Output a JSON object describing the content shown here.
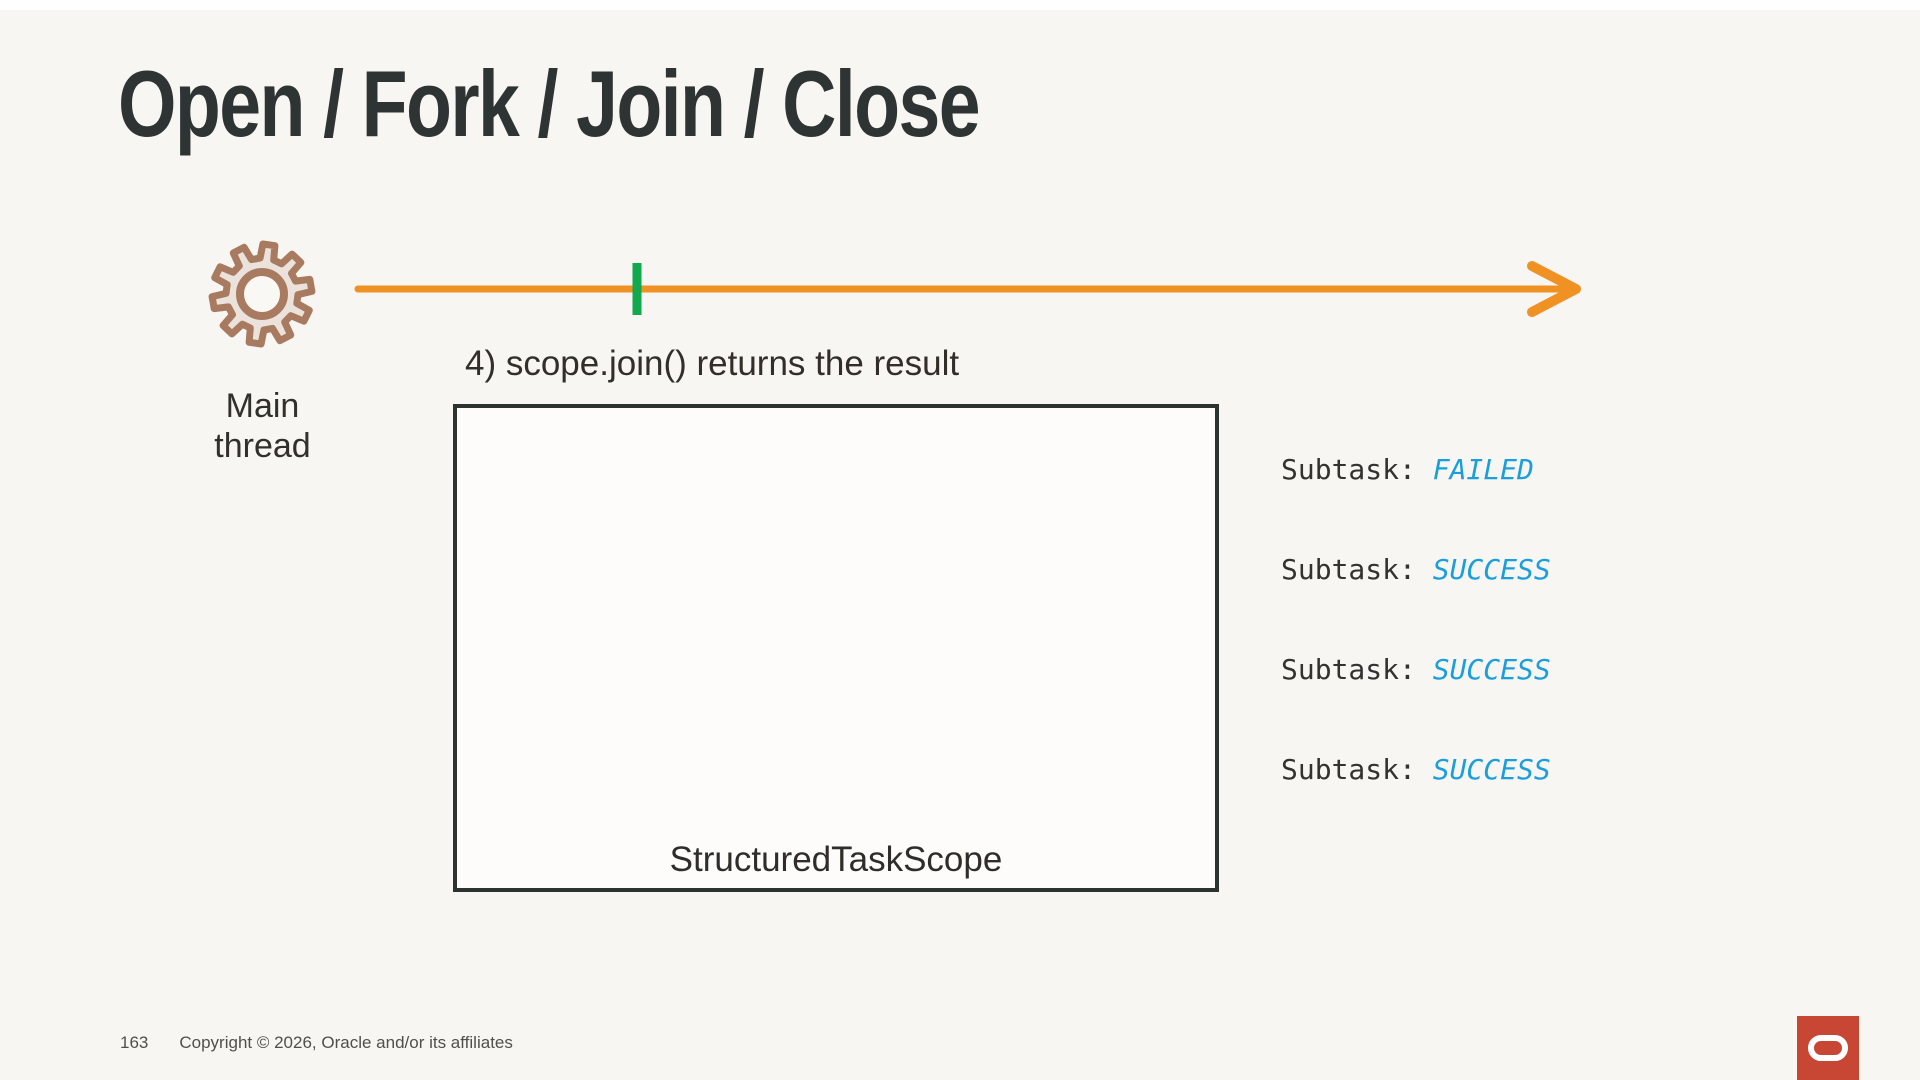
{
  "slide": {
    "title": "Open / Fork / Join / Close",
    "footer": {
      "page_number": "163",
      "copyright": "Copyright © 2026, Oracle and/or its affiliates"
    }
  },
  "diagram": {
    "main_thread_label": "Main thread",
    "main_thread_icon": "gear-icon",
    "join_caption": "4) scope.join() returns the result",
    "scope_box_label": "StructuredTaskScope",
    "subtasks": [
      {
        "label": "Subtask: ",
        "status": "FAILED"
      },
      {
        "label": "Subtask: ",
        "status": "SUCCESS"
      },
      {
        "label": "Subtask: ",
        "status": "SUCCESS"
      },
      {
        "label": "Subtask: ",
        "status": "SUCCESS"
      }
    ],
    "brand_icon": "oracle-logo",
    "colors": {
      "timeline_orange": "#EF9123",
      "join_marker_green": "#12A84E",
      "status_blue": "#1B9FDC",
      "gear_stroke_brown": "#A87B60",
      "gear_fill_beige": "#EBE3DB",
      "oracle_red": "#C74634",
      "box_border_dark": "#2D3331",
      "title_dark": "#2E3433"
    }
  }
}
